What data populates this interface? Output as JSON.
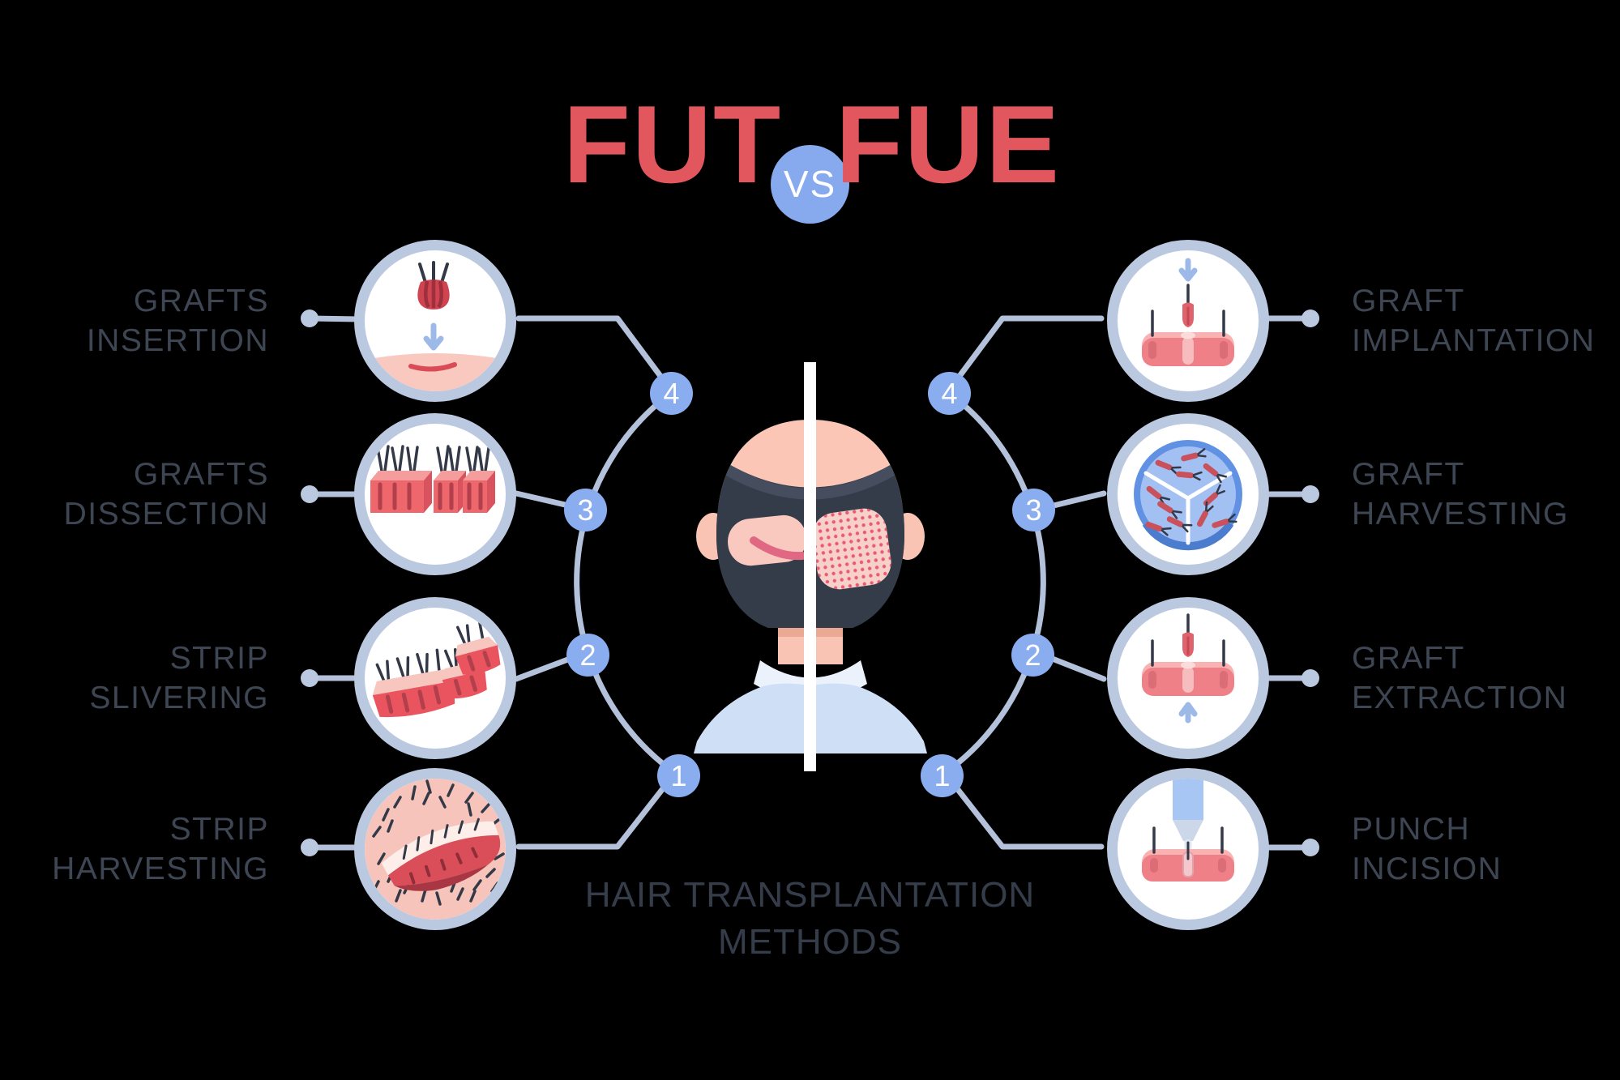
{
  "title": {
    "fut": "FUT",
    "vs": "VS",
    "fue": "FUE"
  },
  "caption": {
    "line1": "HAIR TRANSPLANTATION",
    "line2": "METHODS"
  },
  "fut_steps": [
    {
      "number": "4",
      "line1": "GRAFTS",
      "line2": "INSERTION",
      "icon": "grafts-insertion"
    },
    {
      "number": "3",
      "line1": "GRAFTS",
      "line2": "DISSECTION",
      "icon": "grafts-dissection"
    },
    {
      "number": "2",
      "line1": "STRIP",
      "line2": "SLIVERING",
      "icon": "strip-slivering"
    },
    {
      "number": "1",
      "line1": "STRIP",
      "line2": "HARVESTING",
      "icon": "strip-harvesting"
    }
  ],
  "fue_steps": [
    {
      "number": "4",
      "line1": "GRAFT",
      "line2": "IMPLANTATION",
      "icon": "graft-implantation"
    },
    {
      "number": "3",
      "line1": "GRAFT",
      "line2": "HARVESTING",
      "icon": "graft-harvesting"
    },
    {
      "number": "2",
      "line1": "GRAFT",
      "line2": "EXTRACTION",
      "icon": "graft-extraction"
    },
    {
      "number": "1",
      "line1": "PUNCH",
      "line2": "INCISION",
      "icon": "punch-incision"
    }
  ],
  "center_illustration": "back-of-head-fut-vs-fue-comparison",
  "colors": {
    "background": "#000000",
    "title_red": "#e2565e",
    "badge_blue": "#87a9ed",
    "connector_blue": "#b3c1da",
    "ring_blue": "#bac8e0",
    "label_gray": "#3e4654",
    "skin_pink": "#fbc6b6",
    "hair_dark": "#343b49"
  }
}
